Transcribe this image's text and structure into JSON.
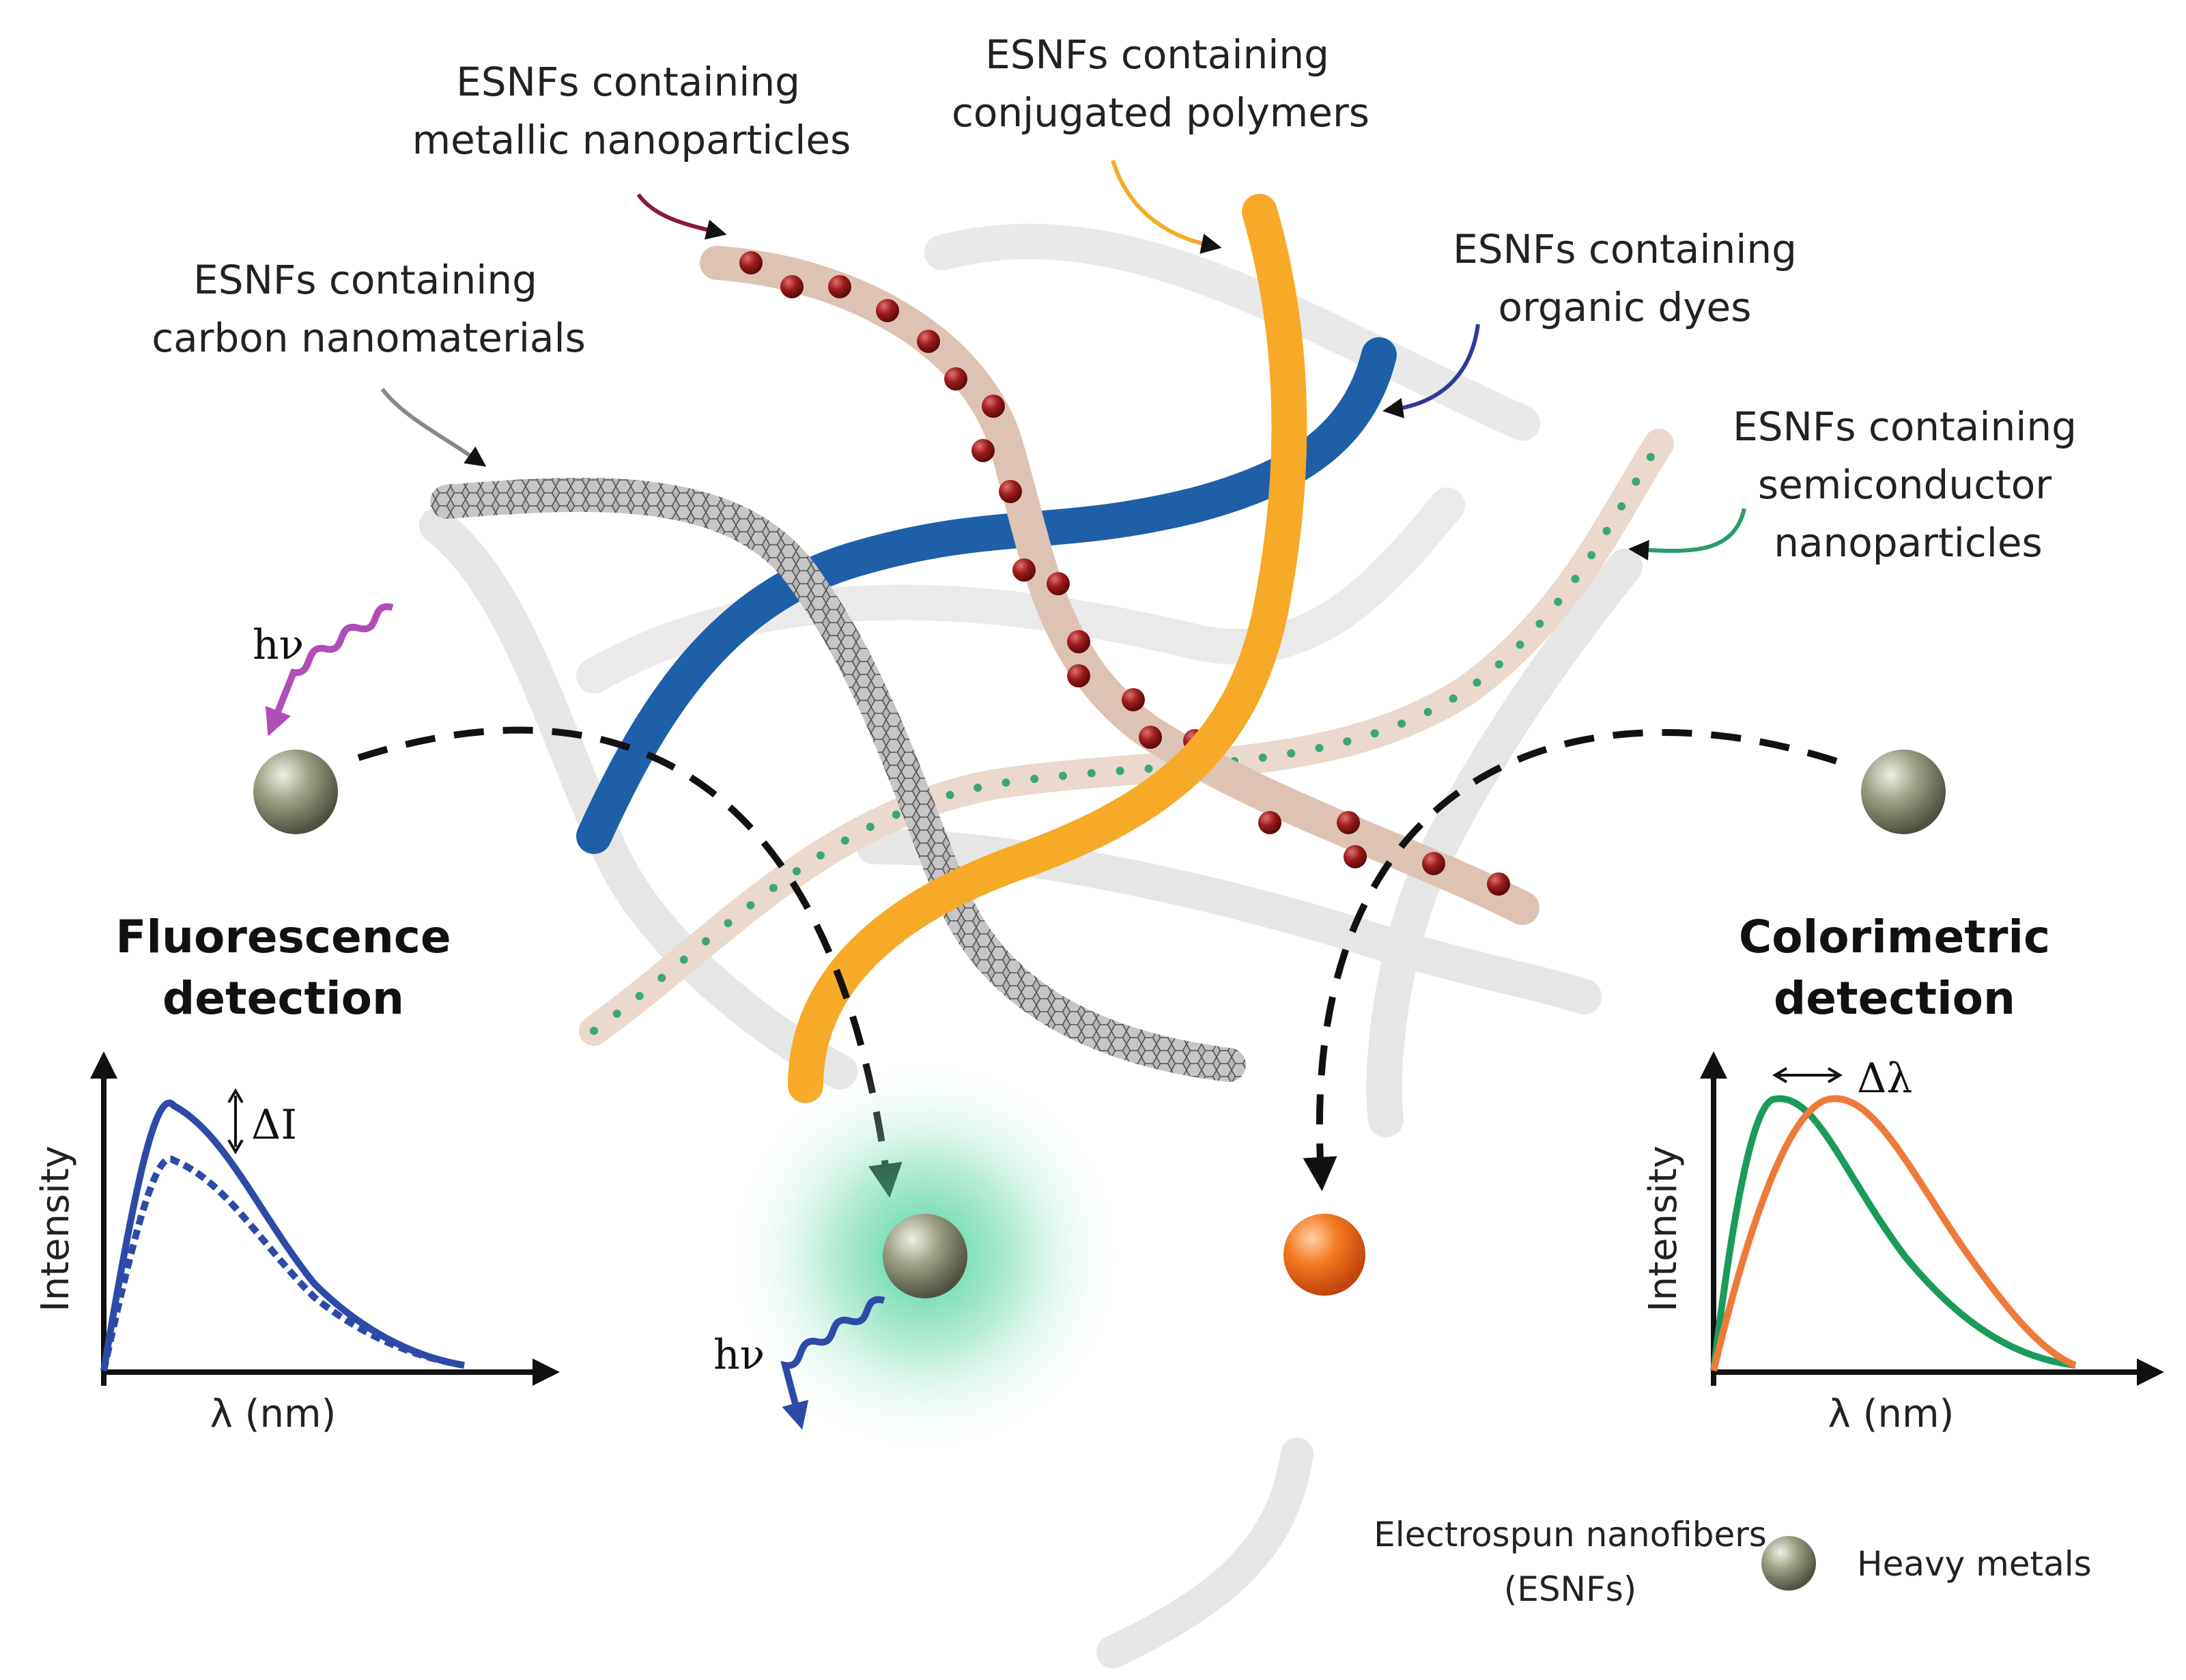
{
  "labels": {
    "metallic": [
      "ESNFs containing",
      "metallic nanoparticles"
    ],
    "conjugated": [
      "ESNFs  containing",
      "conjugated polymers"
    ],
    "organic": [
      "ESNFs containing",
      "organic dyes"
    ],
    "carbon": [
      "ESNFs containing",
      "carbon nanomaterials"
    ],
    "semiconductor": [
      "ESNFs containing",
      "semiconductor",
      "nanoparticles"
    ]
  },
  "fluorescence": {
    "title": [
      "Fluorescence",
      "detection"
    ],
    "hv": "hν",
    "delta": "ΔI",
    "ylabel": "Intensity",
    "xlabel": "λ (nm)"
  },
  "colorimetric": {
    "title": [
      "Colorimetric",
      "detection"
    ],
    "delta": "Δλ",
    "ylabel": "Intensity",
    "xlabel": "λ (nm)"
  },
  "emission_hv": "hν",
  "legend": {
    "fiber_label": [
      "Electrospun nanofibers",
      "(ESNFs)"
    ],
    "metal_label": "Heavy metals"
  },
  "colors": {
    "fiber_gray": "#e6e6e6",
    "fiber_beige": "#ead9cc",
    "metallic_np": "#8b1a1a",
    "conjugated": "#f7a928",
    "organic_dye": "#1f5fa8",
    "semiconductor_np": "#3aa776",
    "heavy_metal": "#8c9276",
    "colorimetric_metal": "#f26b1d",
    "fluorescence_curve": "#2e4aa8",
    "colorimetric_green": "#1a9b5c",
    "colorimetric_orange": "#ee7a3a"
  }
}
